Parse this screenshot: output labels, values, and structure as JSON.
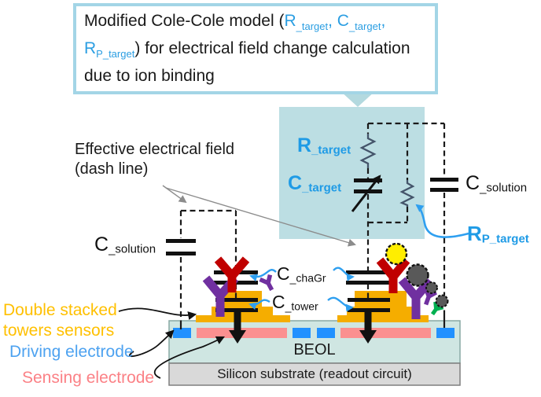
{
  "title_box": {
    "prefix": "Modified Cole-Cole model (",
    "r_main": "R",
    "r_sub": "_target",
    "sep1": ", ",
    "c_main": "C",
    "c_sub": "_target",
    "sep2": ", ",
    "rp_main": "R",
    "rp_sub": "P_target",
    "suffix": ") for electrical field change calculation due to ion binding"
  },
  "annotations": {
    "effective_field_line1": "Effective electrical field",
    "effective_field_line2": "(dash line)",
    "double_stacked_line1": "Double stacked",
    "double_stacked_line2": "towers sensors",
    "driving_electrode": "Driving electrode",
    "sensing_electrode": "Sensing electrode"
  },
  "circuit": {
    "r_target": {
      "main": "R",
      "sub": "_target"
    },
    "c_target": {
      "main": "C",
      "sub": "_target"
    },
    "rp_target": {
      "main": "R",
      "sub": "P_target"
    },
    "c_solution_left": {
      "main": "C",
      "sub": "_solution"
    },
    "c_solution_right": {
      "main": "C",
      "sub": "_solution"
    },
    "c_chagr": {
      "main": "C",
      "sub": "_chaGr"
    },
    "c_tower": {
      "main": "C",
      "sub": "_tower"
    }
  },
  "layers": {
    "beol": "BEOL",
    "silicon_substrate": "Silicon substrate (readout circuit)"
  },
  "colors": {
    "accent_blue_text": "#2b9ee2",
    "circuit_blue_label": "#1f9be6",
    "teal_panel": "#bcdee3",
    "flow_arrow": "#b3d9df",
    "title_border": "#a3d5e6",
    "gold_tower": "#f5ad00",
    "label_gold": "#ffc000",
    "driving_blue": "#2191ff",
    "sensing_pink": "#fb9090",
    "label_driving": "#4da2f0",
    "label_sensing": "#fb8186",
    "antibody_red": "#c00000",
    "antibody_purple": "#7030a0",
    "antibody_green": "#00b050",
    "particle_gray": "#595959",
    "particle_yellow": "#ffee00",
    "beol_fill": "#cfe6e2",
    "silicon_fill": "#d9d9d9",
    "resistor_stroke": "#44546a"
  }
}
